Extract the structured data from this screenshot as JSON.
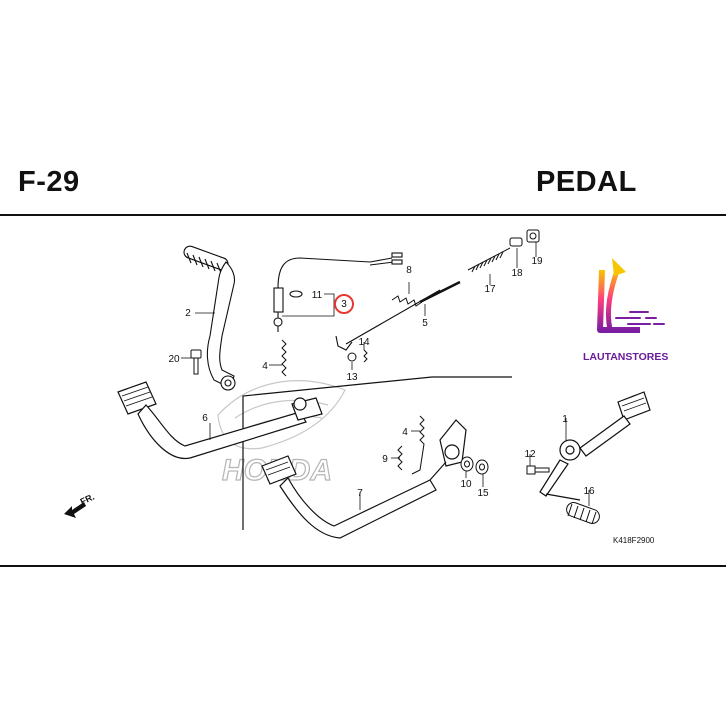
{
  "header": {
    "code": "F-29",
    "title": "PEDAL"
  },
  "diagram": {
    "reference_code": "K418F2900",
    "watermark_text": "HONDA",
    "front_indicator": "FR.",
    "store_logo_text": "LAUTANSTORES",
    "highlighted_callout": "3",
    "highlight_color": "#e53935",
    "callouts": [
      "1",
      "2",
      "3",
      "4",
      "4",
      "5",
      "6",
      "7",
      "8",
      "9",
      "10",
      "11",
      "12",
      "13",
      "14",
      "15",
      "16",
      "17",
      "18",
      "19",
      "20"
    ]
  },
  "colors": {
    "logo_gradient_start": "#f7c600",
    "logo_gradient_mid": "#ff3d7f",
    "logo_gradient_end": "#7b1fa2",
    "line": "#111111",
    "watermark": "#b5b5b5"
  }
}
